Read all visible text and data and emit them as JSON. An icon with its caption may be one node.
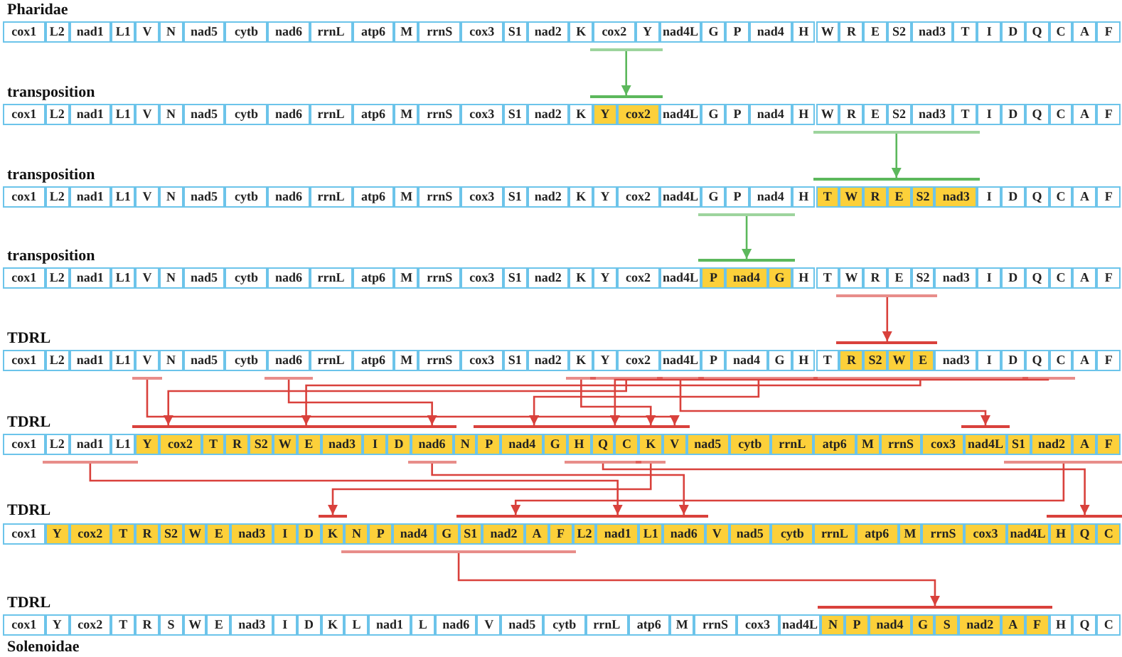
{
  "diagram": {
    "nodes": [
      {
        "text": [
          "cox1"
        ]
      },
      {
        "text": [
          "L2"
        ]
      },
      {
        "text": [
          "nad1"
        ]
      },
      {
        "text": [
          "L1"
        ]
      },
      {
        "text": [
          "V"
        ]
      },
      {
        "text": [
          "N"
        ]
      },
      {
        "text": [
          "nad5"
        ]
      },
      {
        "text": [
          "cytb"
        ]
      },
      {
        "text": [
          "nad6"
        ]
      },
      {
        "text": [
          "rrnL"
        ]
      },
      {
        "text": [
          "atp6"
        ]
      },
      {
        "text": [
          "M"
        ]
      },
      {
        "text": [
          "rrnS"
        ]
      },
      {
        "text": [
          "cox3"
        ]
      },
      {
        "text": [
          "S1"
        ]
      },
      {
        "text": [
          "nad2"
        ]
      },
      {
        "text": [
          "K"
        ]
      },
      {
        "text": [
          "cox2"
        ]
      },
      {
        "text": [
          "Y"
        ]
      },
      {
        "text": [
          "nad4L"
        ]
      },
      {
        "text": [
          "G"
        ]
      },
      {
        "text": [
          "P"
        ]
      },
      {
        "text": [
          "nad4"
        ]
      },
      {
        "text": [
          "H"
        ]
      },
      {
        "text": [
          "W"
        ]
      },
      {
        "text": [
          "R"
        ]
      },
      {
        "text": [
          "E"
        ]
      },
      {
        "text": [
          "S2"
        ]
      },
      {
        "text": [
          "nad3"
        ]
      },
      {
        "text": [
          "T"
        ]
      },
      {
        "text": [
          "I"
        ]
      },
      {
        "text": [
          "D"
        ]
      },
      {
        "text": [
          "Q"
        ]
      },
      {
        "text": [
          "C"
        ]
      },
      {
        "text": [
          "A"
        ]
      },
      {
        "text": [
          "F"
        ]
      },
      {
        "text": [
          "cox1"
        ]
      },
      {
        "text": [
          "L2"
        ]
      },
      {
        "text": [
          "nad1"
        ]
      },
      {
        "text": [
          "L1"
        ]
      },
      {
        "text": [
          "V"
        ]
      },
      {
        "text": [
          "N"
        ]
      },
      {
        "text": [
          "nad5"
        ]
      },
      {
        "text": [
          "cytb"
        ]
      },
      {
        "text": [
          "nad6"
        ]
      },
      {
        "text": [
          "rrnL"
        ]
      },
      {
        "text": [
          "atp6"
        ]
      },
      {
        "text": [
          "M"
        ]
      },
      {
        "text": [
          "rrnS"
        ]
      },
      {
        "text": [
          "cox3"
        ]
      },
      {
        "text": [
          "S1"
        ]
      },
      {
        "text": [
          "nad2"
        ]
      },
      {
        "text": [
          "K"
        ]
      },
      {
        "text": [],
        "shape": "box"
      },
      {
        "text": [
          "Y"
        ],
        "in": 53
      },
      {
        "text": [
          "cox2"
        ],
        "in": 53
      },
      {
        "text": [
          "nad4L"
        ]
      },
      {
        "text": [
          "G"
        ]
      },
      {
        "text": [
          "P"
        ]
      },
      {
        "text": [
          "nad4"
        ]
      },
      {
        "text": [
          "H"
        ]
      },
      {
        "text": [
          "W"
        ]
      },
      {
        "text": [
          "R"
        ]
      },
      {
        "text": [
          "E"
        ]
      },
      {
        "text": [
          "S2"
        ]
      },
      {
        "text": [
          "nad3"
        ]
      },
      {
        "text": [
          "T"
        ]
      },
      {
        "text": [
          "I"
        ]
      },
      {
        "text": [
          "D"
        ]
      },
      {
        "text": [
          "Q"
        ]
      },
      {
        "text": [
          "C"
        ]
      },
      {
        "text": [
          "A"
        ]
      },
      {
        "text": [
          "F"
        ]
      },
      {
        "text": [
          "cox1"
        ]
      },
      {
        "text": [
          "L2"
        ]
      },
      {
        "text": [
          "nad1"
        ]
      },
      {
        "text": [
          "L1"
        ]
      },
      {
        "text": [
          "V"
        ]
      },
      {
        "text": [
          "N"
        ]
      },
      {
        "text": [
          "nad5"
        ]
      },
      {
        "text": [
          "cytb"
        ]
      },
      {
        "text": [
          "nad6"
        ]
      },
      {
        "text": [
          "rrnL"
        ]
      },
      {
        "text": [
          "atp6"
        ]
      },
      {
        "text": [
          "M"
        ]
      },
      {
        "text": [
          "rrnS"
        ]
      },
      {
        "text": [
          "cox3"
        ]
      },
      {
        "text": [
          "S1"
        ]
      },
      {
        "text": [
          "nad2"
        ]
      },
      {
        "text": [
          "K"
        ]
      },
      {
        "text": [
          "Y"
        ]
      },
      {
        "text": [
          "cox2"
        ]
      },
      {
        "text": [
          "nad4L"
        ]
      },
      {
        "text": [
          "G"
        ]
      },
      {
        "text": [
          "P"
        ]
      },
      {
        "text": [
          "nad4"
        ]
      },
      {
        "text": [
          "H"
        ]
      },
      {
        "text": [],
        "shape": "box"
      },
      {
        "text": [
          "T"
        ],
        "in": 97
      },
      {
        "text": [
          "W"
        ],
        "in": 97
      },
      {
        "text": [
          "R"
        ],
        "in": 97
      },
      {
        "text": [
          "E"
        ],
        "in": 97
      },
      {
        "text": [
          "S2"
        ],
        "in": 97
      },
      {
        "text": [
          "nad3"
        ],
        "in": 97
      },
      {
        "text": [
          "I"
        ]
      },
      {
        "text": [
          "D"
        ]
      },
      {
        "text": [
          "Q"
        ]
      },
      {
        "text": [
          "C"
        ]
      },
      {
        "text": [
          "A"
        ]
      },
      {
        "text": [
          "F"
        ]
      },
      {
        "text": [
          "cox1"
        ]
      },
      {
        "text": [
          "L2"
        ]
      },
      {
        "text": [
          "nad1"
        ]
      },
      {
        "text": [
          "L1"
        ]
      },
      {
        "text": [
          "V"
        ]
      },
      {
        "text": [
          "N"
        ]
      },
      {
        "text": [
          "nad5"
        ]
      },
      {
        "text": [
          "cytb"
        ]
      },
      {
        "text": [
          "nad6"
        ]
      },
      {
        "text": [
          "rrnL"
        ]
      },
      {
        "text": [
          "atp6"
        ]
      },
      {
        "text": [
          "M"
        ]
      },
      {
        "text": [
          "rrnS"
        ]
      },
      {
        "text": [
          "cox3"
        ]
      },
      {
        "text": [
          "S1"
        ]
      },
      {
        "text": [
          "nad2"
        ]
      },
      {
        "text": [
          "K"
        ]
      },
      {
        "text": [
          "Y"
        ]
      },
      {
        "text": [
          "cox2"
        ]
      },
      {
        "text": [
          "nad4L"
        ]
      },
      {
        "text": [],
        "shape": "box"
      },
      {
        "text": [
          "P"
        ],
        "in": 130
      },
      {
        "text": [
          "nad4"
        ],
        "in": 130
      },
      {
        "text": [
          "G"
        ],
        "in": 130
      },
      {
        "text": [
          "H"
        ]
      },
      {
        "text": [
          "T"
        ]
      },
      {
        "text": [
          "W"
        ]
      },
      {
        "text": [
          "R"
        ]
      },
      {
        "text": [
          "E"
        ]
      },
      {
        "text": [
          "S2"
        ]
      },
      {
        "text": [
          "nad3"
        ]
      },
      {
        "text": [
          "I"
        ]
      },
      {
        "text": [
          "D"
        ]
      },
      {
        "text": [
          "Q"
        ]
      },
      {
        "text": [
          "C"
        ]
      },
      {
        "text": [
          "A"
        ]
      },
      {
        "text": [
          "F"
        ]
      },
      {
        "text": [
          "cox1"
        ]
      },
      {
        "text": [
          "L2"
        ]
      },
      {
        "text": [
          "nad1"
        ]
      },
      {
        "text": [
          "L1"
        ]
      },
      {
        "text": [
          "V"
        ]
      },
      {
        "text": [
          "N"
        ]
      },
      {
        "text": [
          "nad5"
        ]
      },
      {
        "text": [
          "cytb"
        ]
      },
      {
        "text": [
          "nad6"
        ]
      },
      {
        "text": [
          "rrnL"
        ]
      },
      {
        "text": [
          "atp6"
        ]
      },
      {
        "text": [
          "M"
        ]
      },
      {
        "text": [
          "rrnS"
        ]
      },
      {
        "text": [
          "cox3"
        ]
      },
      {
        "text": [
          "S1"
        ]
      },
      {
        "text": [
          "nad2"
        ]
      },
      {
        "text": [
          "K"
        ]
      },
      {
        "text": [
          "Y"
        ]
      },
      {
        "text": [
          "cox2"
        ]
      },
      {
        "text": [
          "nad4L"
        ]
      },
      {
        "text": [
          "P"
        ]
      },
      {
        "text": [
          "nad4"
        ]
      },
      {
        "text": [
          "G"
        ]
      },
      {
        "text": [
          "H"
        ]
      },
      {
        "text": [
          "T"
        ]
      },
      {
        "text": [],
        "shape": "box"
      },
      {
        "text": [
          "R"
        ],
        "in": 172
      },
      {
        "text": [
          "S2"
        ],
        "in": 172
      },
      {
        "text": [
          "W"
        ],
        "in": 172
      },
      {
        "text": [
          "E"
        ],
        "in": 172
      },
      {
        "text": [
          "nad3"
        ]
      },
      {
        "text": [
          "I"
        ]
      },
      {
        "text": [
          "D"
        ]
      },
      {
        "text": [
          "Q"
        ]
      },
      {
        "text": [
          "C"
        ]
      },
      {
        "text": [
          "A"
        ]
      },
      {
        "text": [
          "F"
        ]
      },
      {
        "text": [
          "cox1"
        ]
      },
      {
        "text": [
          "L2"
        ]
      },
      {
        "text": [
          "nad1"
        ]
      },
      {
        "text": [
          "L1"
        ]
      },
      {
        "text": [],
        "shape": "box"
      },
      {
        "text": [
          "Y"
        ],
        "in": 188
      },
      {
        "text": [
          "cox2"
        ],
        "in": 188
      },
      {
        "text": [
          "T"
        ],
        "in": 188
      },
      {
        "text": [
          "R"
        ],
        "in": 188
      },
      {
        "text": [
          "S2"
        ],
        "in": 188
      },
      {
        "text": [
          "W"
        ],
        "in": 188
      },
      {
        "text": [
          "E"
        ],
        "in": 188
      },
      {
        "text": [
          "nad3"
        ],
        "in": 188
      },
      {
        "text": [
          "I"
        ],
        "in": 188
      },
      {
        "text": [
          "D"
        ],
        "in": 188
      },
      {
        "text": [
          "nad6"
        ],
        "in": 188
      },
      {
        "text": [
          "N"
        ],
        "in": 188
      },
      {
        "text": [
          "P"
        ],
        "in": 188
      },
      {
        "text": [
          "nad4"
        ],
        "in": 188
      },
      {
        "text": [
          "G"
        ],
        "in": 188
      },
      {
        "text": [
          "H"
        ],
        "in": 188
      },
      {
        "text": [
          "Q"
        ],
        "in": 188
      },
      {
        "text": [
          "C"
        ],
        "in": 188
      },
      {
        "text": [
          "K"
        ],
        "in": 188
      },
      {
        "text": [
          "V"
        ],
        "in": 188
      },
      {
        "text": [
          "nad5"
        ],
        "in": 188
      },
      {
        "text": [
          "cytb"
        ],
        "in": 188
      },
      {
        "text": [
          "rrnL"
        ],
        "in": 188
      },
      {
        "text": [
          "atp6"
        ],
        "in": 188
      },
      {
        "text": [
          "M"
        ],
        "in": 188
      },
      {
        "text": [
          "rrnS"
        ],
        "in": 188
      },
      {
        "text": [
          "cox3"
        ],
        "in": 188
      },
      {
        "text": [
          "nad4L"
        ],
        "in": 188
      },
      {
        "text": [
          "S1"
        ],
        "in": 188
      },
      {
        "text": [
          "nad2"
        ],
        "in": 188
      },
      {
        "text": [
          "A"
        ],
        "in": 188
      },
      {
        "text": [
          "F"
        ],
        "in": 188
      },
      {
        "text": [
          "cox1"
        ]
      },
      {
        "text": [],
        "shape": "box"
      },
      {
        "text": [
          "Y"
        ],
        "in": 222
      },
      {
        "text": [
          "cox2"
        ],
        "in": 222
      },
      {
        "text": [
          "T"
        ],
        "in": 222
      },
      {
        "text": [
          "R"
        ],
        "in": 222
      },
      {
        "text": [
          "S2"
        ],
        "in": 222
      },
      {
        "text": [
          "W"
        ],
        "in": 222
      },
      {
        "text": [
          "E"
        ],
        "in": 222
      },
      {
        "text": [
          "nad3"
        ],
        "in": 222
      },
      {
        "text": [
          "I"
        ],
        "in": 222
      },
      {
        "text": [
          "D"
        ],
        "in": 222
      },
      {
        "text": [
          "K"
        ],
        "in": 222
      },
      {
        "text": [
          "N"
        ],
        "in": 222
      },
      {
        "text": [
          "P"
        ],
        "in": 222
      },
      {
        "text": [
          "nad4"
        ],
        "in": 222
      },
      {
        "text": [
          "G"
        ],
        "in": 222
      },
      {
        "text": [
          "S1"
        ],
        "in": 222
      },
      {
        "text": [
          "nad2"
        ],
        "in": 222
      },
      {
        "text": [
          "A"
        ],
        "in": 222
      },
      {
        "text": [
          "F"
        ],
        "in": 222
      },
      {
        "text": [
          "L2"
        ],
        "in": 222
      },
      {
        "text": [
          "nad1"
        ],
        "in": 222
      },
      {
        "text": [
          "L1"
        ],
        "in": 222
      },
      {
        "text": [
          "nad6"
        ],
        "in": 222
      },
      {
        "text": [
          "V"
        ],
        "in": 222
      },
      {
        "text": [
          "nad5"
        ],
        "in": 222
      },
      {
        "text": [
          "cytb"
        ],
        "in": 222
      },
      {
        "text": [
          "rrnL"
        ],
        "in": 222
      },
      {
        "text": [
          "atp6"
        ],
        "in": 222
      },
      {
        "text": [
          "M"
        ],
        "in": 222
      },
      {
        "text": [
          "rrnS"
        ],
        "in": 222
      },
      {
        "text": [
          "cox3"
        ],
        "in": 222
      },
      {
        "text": [
          "nad4L"
        ],
        "in": 222
      },
      {
        "text": [
          "H"
        ],
        "in": 222
      },
      {
        "text": [
          "Q"
        ],
        "in": 222
      },
      {
        "text": [
          "C"
        ],
        "in": 222
      },
      {
        "text": [
          "cox1"
        ]
      },
      {
        "text": [
          "Y"
        ]
      },
      {
        "text": [
          "cox2"
        ]
      },
      {
        "text": [
          "T"
        ]
      },
      {
        "text": [
          "R"
        ]
      },
      {
        "text": [
          "S"
        ]
      },
      {
        "text": [
          "W"
        ]
      },
      {
        "text": [
          "E"
        ]
      },
      {
        "text": [
          "nad3"
        ]
      },
      {
        "text": [
          "I"
        ]
      },
      {
        "text": [
          "D"
        ]
      },
      {
        "text": [
          "K"
        ]
      },
      {
        "text": [
          "L"
        ]
      },
      {
        "text": [
          "nad1"
        ]
      },
      {
        "text": [
          "L"
        ]
      },
      {
        "text": [
          "nad6"
        ]
      },
      {
        "text": [
          "V"
        ]
      },
      {
        "text": [
          "nad5"
        ]
      },
      {
        "text": [
          "cytb"
        ]
      },
      {
        "text": [
          "rrnL"
        ]
      },
      {
        "text": [
          "atp6"
        ]
      },
      {
        "text": [
          "M"
        ]
      },
      {
        "text": [
          "rrnS"
        ]
      },
      {
        "text": [
          "cox3"
        ]
      },
      {
        "text": [
          "nad4L"
        ]
      },
      {
        "text": [],
        "shape": "box"
      },
      {
        "text": [
          "N"
        ],
        "in": 283
      },
      {
        "text": [
          "P"
        ],
        "in": 283
      },
      {
        "text": [
          "nad4"
        ],
        "in": 283
      },
      {
        "text": [
          "G"
        ],
        "in": 283
      },
      {
        "text": [
          "S"
        ],
        "in": 283
      },
      {
        "text": [
          "nad2"
        ],
        "in": 283
      },
      {
        "text": [
          "A"
        ],
        "in": 283
      },
      {
        "text": [
          "F"
        ],
        "in": 283
      },
      {
        "text": [
          "H"
        ]
      },
      {
        "text": [
          "Q"
        ]
      },
      {
        "text": [
          "C"
        ]
      },
      {
        "text": [],
        "shape": "bar"
      },
      {
        "text": [],
        "shape": "bar"
      },
      {
        "text": [],
        "shape": "bar"
      },
      {
        "text": [],
        "shape": "bar"
      },
      {
        "text": [],
        "shape": "bar"
      },
      {
        "text": [],
        "shape": "bar"
      },
      {
        "text": [],
        "shape": "bar"
      },
      {
        "text": [],
        "shape": "bar"
      },
      {
        "text": [],
        "shape": "bar"
      },
      {
        "text": [],
        "shape": "bar"
      },
      {
        "text": [],
        "shape": "bar"
      },
      {
        "text": [],
        "shape": "bar"
      },
      {
        "text": [],
        "shape": "bar"
      },
      {
        "text": [],
        "shape": "bar"
      },
      {
        "text": [],
        "shape": "bar"
      },
      {
        "text": [],
        "shape": "bar"
      },
      {
        "text": [],
        "shape": "bar"
      },
      {
        "text": [],
        "shape": "bar"
      },
      {
        "text": [],
        "shape": "bar"
      },
      {
        "text": [],
        "shape": "bar"
      },
      {
        "text": [],
        "shape": "bar"
      },
      {
        "text": [],
        "shape": "bar"
      },
      {
        "text": [],
        "shape": "bar"
      },
      {
        "text": [],
        "shape": "bar"
      },
      {
        "text": [],
        "shape": "bar"
      },
      {
        "text": [],
        "shape": "bar"
      },
      {
        "text": [],
        "shape": "bar"
      },
      {
        "text": [],
        "shape": "bar"
      },
      {
        "text": [],
        "shape": "bar"
      },
      {
        "text": [],
        "shape": "bar"
      },
      {
        "text": [],
        "shape": "bar"
      },
      {
        "text": [],
        "shape": "bar"
      },
      {
        "text": [],
        "shape": "bar"
      },
      {
        "text": [],
        "shape": "bar"
      },
      {
        "text": [],
        "shape": "bar"
      },
      {
        "text": [],
        "shape": "bar"
      }
    ],
    "edges": [
      {
        "from": 295,
        "to": 296,
        "arrow": "to",
        "color": "#5cb85c"
      },
      {
        "from": 297,
        "to": 298,
        "arrow": "to",
        "color": "#5cb85c"
      },
      {
        "from": 299,
        "to": 300,
        "arrow": "to",
        "color": "#5cb85c"
      },
      {
        "from": 301,
        "to": 302,
        "arrow": "to"
      },
      {
        "from": 303,
        "to": 317,
        "arrow": "to"
      },
      {
        "from": 304,
        "to": 313,
        "arrow": "to"
      },
      {
        "from": 305,
        "to": 316,
        "arrow": "to"
      },
      {
        "from": 306,
        "to": 311,
        "arrow": "to"
      },
      {
        "from": 307,
        "to": 318,
        "arrow": "to"
      },
      {
        "from": 308,
        "to": 314,
        "arrow": "to"
      },
      {
        "from": 309,
        "to": 312,
        "arrow": "to"
      },
      {
        "from": 310,
        "to": 315,
        "arrow": "to"
      },
      {
        "from": 319,
        "to": 326,
        "arrow": "to"
      },
      {
        "from": 320,
        "to": 327,
        "arrow": "to"
      },
      {
        "from": 321,
        "to": 328,
        "arrow": "to"
      },
      {
        "from": 322,
        "to": 324,
        "arrow": "to"
      },
      {
        "from": 323,
        "to": 325,
        "arrow": "to"
      },
      {
        "from": 329,
        "to": 330,
        "arrow": "to"
      }
    ],
    "labels": [
      "Pharidae",
      "transposition",
      "transposition",
      "transposition",
      "TDRL",
      "TDRL",
      "TDRL",
      "TDRL",
      "Solenoidae"
    ]
  }
}
